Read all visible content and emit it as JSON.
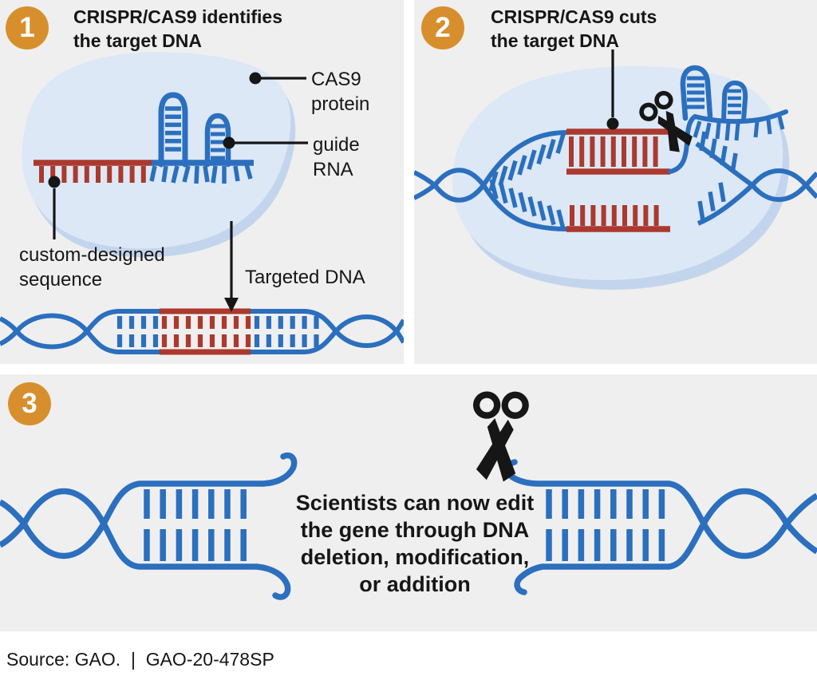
{
  "colors": {
    "background": "#efefef",
    "panel_gap": "#ffffff",
    "dna_blue": "#2b6fbe",
    "sequence_red": "#ab392d",
    "badge_orange": "#d78f2d",
    "protein_fill": "#dce8f6",
    "protein_shadow": "#c3d5ec",
    "ink": "#161616"
  },
  "panel1": {
    "badge": "1",
    "title": "CRISPR/CAS9 identifies\nthe target DNA",
    "labels": {
      "cas9_protein": "CAS9\nprotein",
      "guide_rna": "guide\nRNA",
      "custom_sequence": "custom-designed\nsequence",
      "targeted_dna": "Targeted DNA"
    }
  },
  "panel2": {
    "badge": "2",
    "title": "CRISPR/CAS9 cuts\nthe target DNA"
  },
  "panel3": {
    "badge": "3",
    "caption": "Scientists can now edit\nthe gene through DNA\ndeletion, modification,\nor addition"
  },
  "footer": {
    "text": "Source: GAO.  |  GAO-20-478SP"
  }
}
